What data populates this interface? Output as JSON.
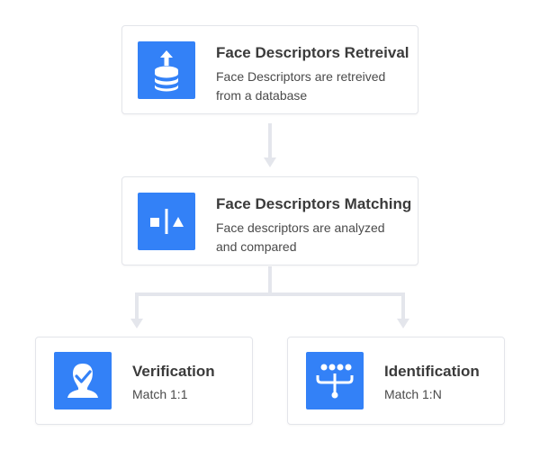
{
  "steps": {
    "retrieval": {
      "title": "Face Descriptors Retreival",
      "description": "Face Descriptors are retreived from a database",
      "icon": "database-upload-icon"
    },
    "matching": {
      "title": "Face Descriptors Matching",
      "description": "Face descriptors are analyzed and compared",
      "icon": "shape-compare-icon"
    },
    "verification": {
      "title": "Verification",
      "description": "Match 1:1",
      "icon": "person-check-icon"
    },
    "identification": {
      "title": "Identification",
      "description": "Match 1:N",
      "icon": "fan-in-network-icon"
    }
  },
  "colors": {
    "accent": "#3381f7",
    "connector": "#e4e6ec",
    "title_text": "#3b3b3b",
    "body_text": "#4a4a4a",
    "card_border": "#e3e5ea"
  }
}
